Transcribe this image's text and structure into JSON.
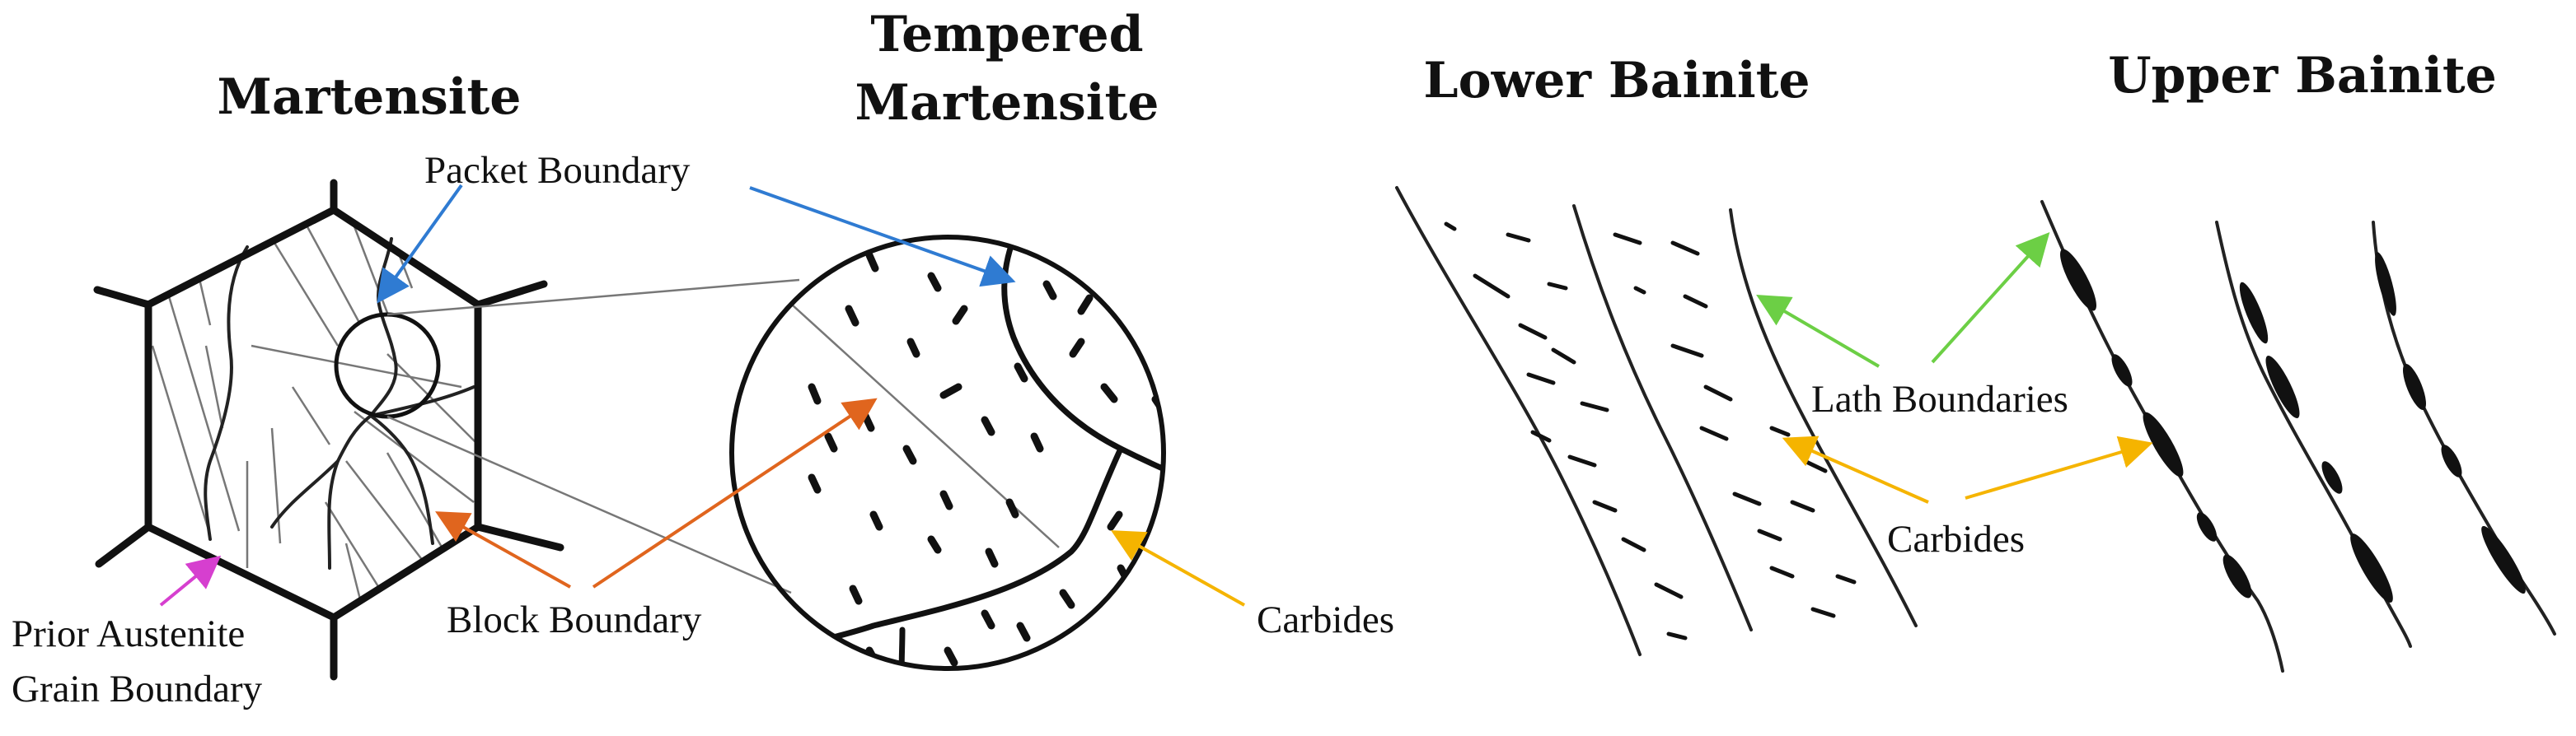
{
  "titles": {
    "martensite": "Martensite",
    "tempered_line1": "Tempered",
    "tempered_line2": "Martensite",
    "lower_bainite": "Lower Bainite",
    "upper_bainite": "Upper Bainite"
  },
  "labels": {
    "packet_boundary": "Packet Boundary",
    "block_boundary": "Block Boundary",
    "prior_austenite_line1": "Prior Austenite",
    "prior_austenite_line2": "Grain Boundary",
    "carbides_tempered": "Carbides",
    "lath_boundaries": "Lath Boundaries",
    "carbides_bainite": "Carbides"
  },
  "colors": {
    "packet_arrow": "#2f7bd2",
    "block_arrow": "#e0651e",
    "prior_austenite_arrow": "#d63fcf",
    "carbide_arrow": "#f5b400",
    "lath_arrow": "#6ccf45"
  }
}
